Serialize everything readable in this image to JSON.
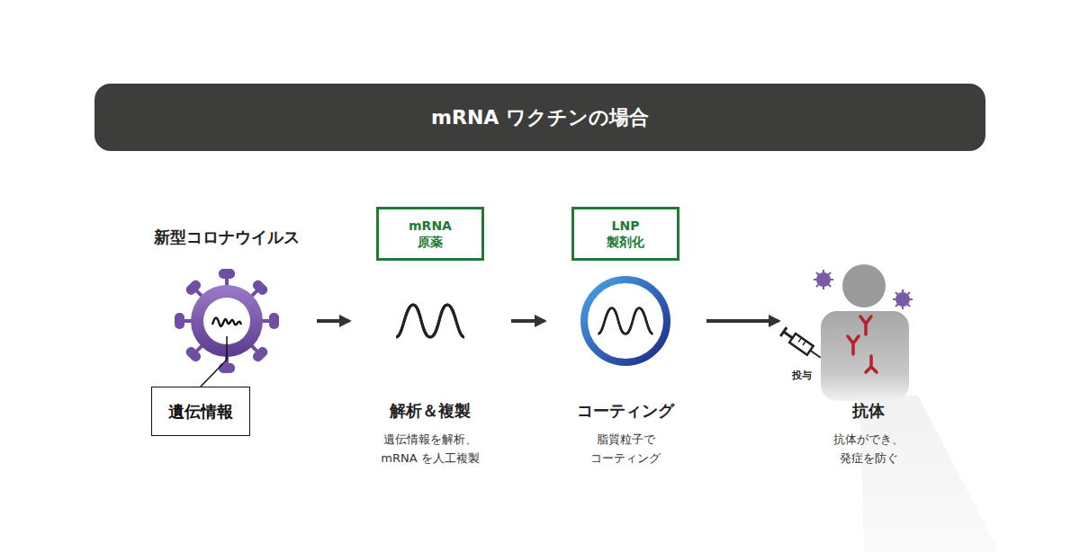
{
  "diagram": {
    "title": "mRNA ワクチンの場合",
    "nodes": [
      {
        "text": [
          "新型コロナウイルス"
        ]
      },
      {
        "text": [
          "遺伝情報"
        ]
      },
      {
        "text": [
          "mRNA 原薬"
        ]
      },
      {
        "text": [
          "解析＆複製",
          "遺伝情報を解析、 mRNA を人工複製"
        ]
      },
      {
        "text": [
          "LNP 製剤化"
        ]
      },
      {
        "text": [
          "コーティング",
          "脂質粒子で コーティング"
        ]
      },
      {
        "text": [
          "抗体",
          "抗体ができ、 発症を防ぐ"
        ]
      }
    ],
    "edges": [
      {
        "from": 0,
        "to": 1,
        "arrow": "none"
      },
      {
        "from": 0,
        "to": 3,
        "arrow": "to"
      },
      {
        "from": 3,
        "to": 5,
        "arrow": "to"
      },
      {
        "from": 5,
        "to": 6,
        "arrow": "to"
      }
    ],
    "labels": [
      "投与"
    ]
  }
}
